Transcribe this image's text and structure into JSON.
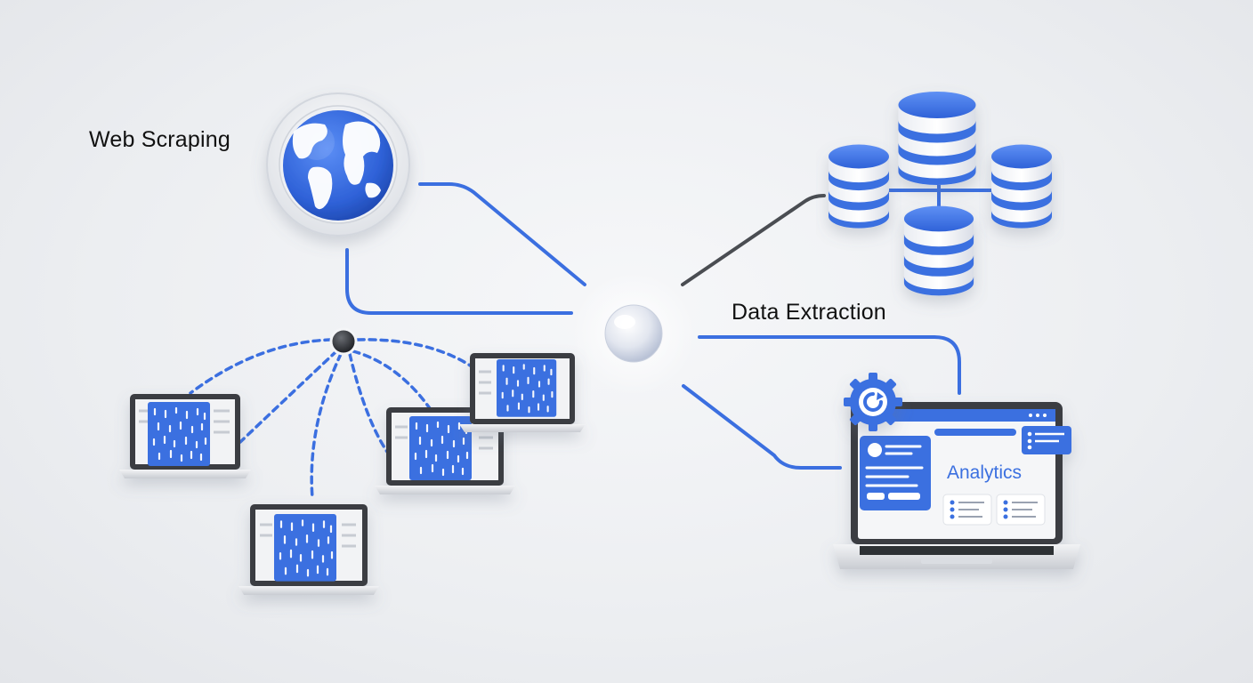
{
  "labels": {
    "web_scraping": "Web Scraping",
    "data_extraction": "Data Extraction",
    "analytics": "Analytics"
  },
  "colors": {
    "accent": "#3b6fe0",
    "accent_dark": "#2a56c4",
    "connector_gray": "#4a4d52",
    "device_frame": "#3a3d42",
    "background": "#eceef1"
  },
  "icons": [
    "globe-icon",
    "database-icon",
    "laptop-icon",
    "hub-node",
    "gear-refresh-icon",
    "analytics-dashboard"
  ]
}
